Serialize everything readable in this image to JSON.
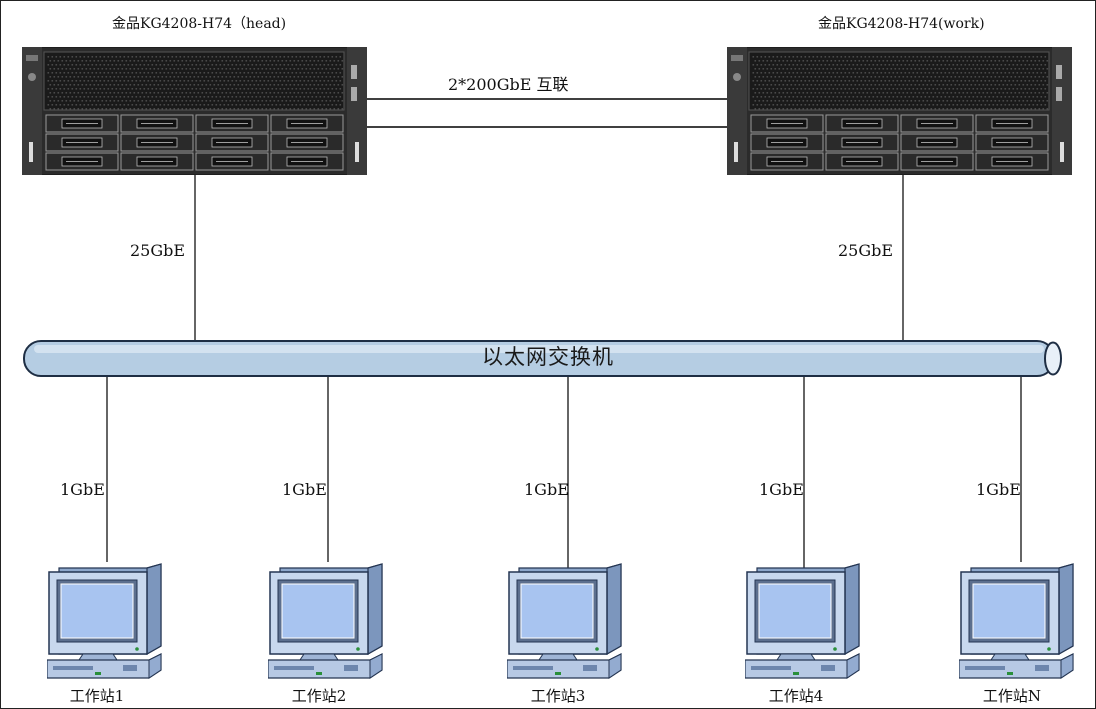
{
  "servers": {
    "head": {
      "title": "金品KG4208-H74（head)"
    },
    "work": {
      "title": "金品KG4208-H74(work)"
    }
  },
  "interconnect": {
    "label": "2*200GbE 互联"
  },
  "uplinks": {
    "head_speed": "25GbE",
    "work_speed": "25GbE"
  },
  "switch": {
    "label": "以太网交换机"
  },
  "workstations": [
    {
      "name": "工作站1",
      "speed": "1GbE"
    },
    {
      "name": "工作站2",
      "speed": "1GbE"
    },
    {
      "name": "工作站3",
      "speed": "1GbE"
    },
    {
      "name": "工作站4",
      "speed": "1GbE"
    },
    {
      "name": "工作站N",
      "speed": "1GbE"
    }
  ],
  "colors": {
    "bus_fill": "#b5cde3",
    "monitor_body": "#c8d8ee",
    "monitor_screen": "#a8c4f0",
    "server_body": "#2b2b2b"
  }
}
